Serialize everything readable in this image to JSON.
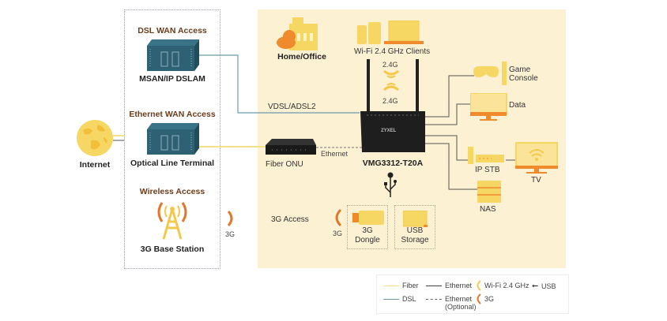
{
  "colors": {
    "background": "#ffffff",
    "home_area": "#fdf1d4",
    "fiber": "#f2e08a",
    "dsl": "#6a9aae",
    "ethernet": "#444444",
    "wifi": "#f3c84b",
    "three_g": "#e2772a",
    "equipment": "#2d6173",
    "section_title": "#6b3d1c"
  },
  "internet": {
    "label": "Internet"
  },
  "access": {
    "dsl": {
      "title": "DSL WAN Access",
      "device": "MSAN/IP DSLAM"
    },
    "ethernet": {
      "title": "Ethernet WAN Access",
      "device": "Optical Line Terminal"
    },
    "wireless": {
      "title": "Wireless Access",
      "device": "3G Base Station"
    },
    "wireless_signal_label": "3G"
  },
  "home": {
    "title": "Home/Office",
    "wifi_clients": "Wi-Fi 2.4 GHz Clients",
    "band_top": "2.4G",
    "band_bottom": "2.4G",
    "vdsl_label": "VDSL/ADSL2",
    "fiber_onu": "Fiber ONU",
    "ethernet_label": "Ethernet",
    "router": {
      "model": "VMG3312-T20A",
      "brand": "ZYXEL"
    },
    "three_g_access": "3G Access",
    "three_g_signal_label": "3G",
    "usb_devices": [
      {
        "label_line1": "3G",
        "label_line2": "Dongle"
      },
      {
        "label_line1": "USB",
        "label_line2": "Storage"
      }
    ],
    "lan_devices": [
      {
        "label_line1": "Game",
        "label_line2": "Console"
      },
      {
        "label_line1": "Data",
        "label_line2": ""
      },
      {
        "label_line1": "IP STB",
        "label_line2": ""
      },
      {
        "label_line1": "TV",
        "label_line2": ""
      },
      {
        "label_line1": "NAS",
        "label_line2": ""
      }
    ]
  },
  "legend": {
    "items": [
      {
        "icon": "fiber-line",
        "label": "Fiber"
      },
      {
        "icon": "ethernet-line",
        "label": "Ethernet"
      },
      {
        "icon": "wifi-signal-icon",
        "label": "Wi-Fi 2.4 GHz"
      },
      {
        "icon": "usb-icon",
        "label": "USB"
      },
      {
        "icon": "dsl-line",
        "label": "DSL"
      },
      {
        "icon": "ethernet-optional-line",
        "label": "Ethernet",
        "sublabel": "(Optional)"
      },
      {
        "icon": "3g-signal-icon",
        "label": "3G"
      }
    ]
  }
}
